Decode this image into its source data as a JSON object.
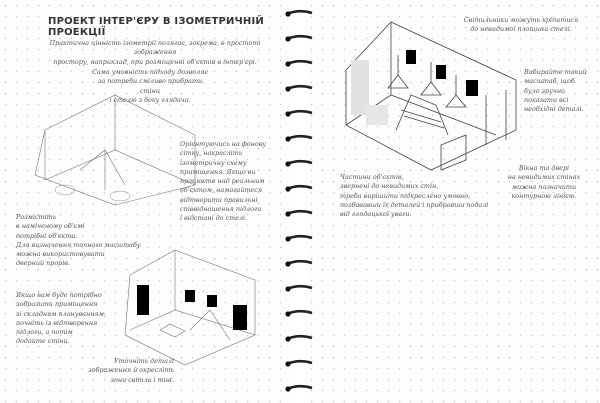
{
  "title": "ПРОЕКТ ІНТЕР'ЄРУ В ІЗОМЕТРИЧНІЙ ПРОЕКЦІЇ",
  "notes": {
    "intro": "Практична цінність ізометрії полягає, зокрема, в простоті зображення\nпростору, наприклад, при розміщенні об'єктів в інтер'єрі.",
    "step1": "Сама умовність підходу дозволяє\nза потреби сміливо прибрати стіни\nі стелю з боку глядача.",
    "step2": "Орієнтуючись на фонову\nсітку, накресліть\nізометричну схему\nприміщення. Якщо ви\nпрацюєте над реальним\nоб'єктом, намагайтеся\nвідтворити правильні\nспіввідношення підлоги\nі відстані до стелі.",
    "step3": "Розмістіть\nв наміченому об'ємі\nпотрібні об'єкти.\nДля визначення точного масштабу\nможна використовувати\nдверний прорів.",
    "step4": "Якщо вам буде потрібно\nзобразити приміщення\nзі складним плануванням,\nпочніть із відтворення\nпідлоги, а потім\nдодайте стіни.",
    "step5": "Уточніть деталі\nзображення й окресліть\nзони світла і тіні.",
    "lights": "Світильники можуть кріпитися\nдо невидимої площини стелі.",
    "scale": "Вибирайте такий\nмасштаб, щоб\nбуло зручно\nпоказати всі\nнеобхідні деталі.",
    "hidden": "Частини об'єктів,\nзвернені до невидимих стін,\nтреба вирішити підкреслено умовно,\nпозбавивши їх деталей і прибравши подалі\nвід глядацької уваги.",
    "windows": "Вікна та двері\nна невидимих стінах\nможна позначити\nконтурною лінією."
  }
}
